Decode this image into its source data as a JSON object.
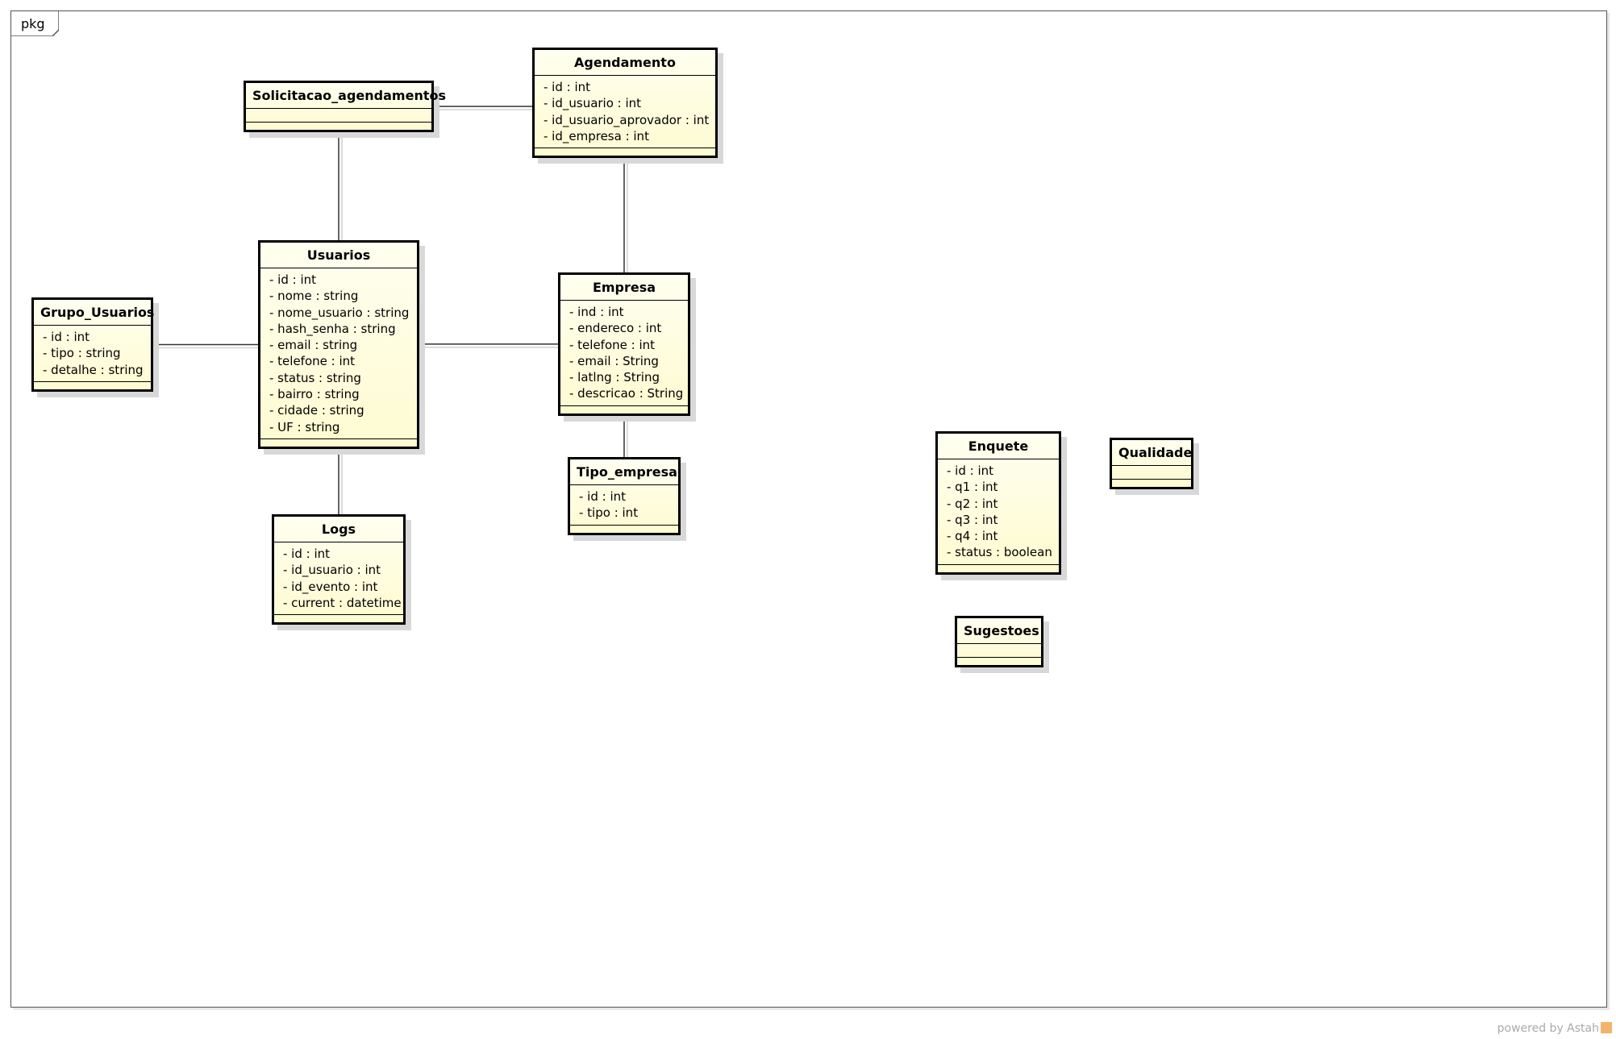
{
  "package": {
    "label": "pkg"
  },
  "watermark": "powered by Astah",
  "classes": {
    "solicitacao": {
      "name": "Solicitacao_agendamentos",
      "attributes": []
    },
    "agendamento": {
      "name": "Agendamento",
      "attributes": [
        "- id : int",
        "- id_usuario : int",
        "- id_usuario_aprovador : int",
        "- id_empresa : int"
      ]
    },
    "usuarios": {
      "name": "Usuarios",
      "attributes": [
        "- id : int",
        "- nome : string",
        "- nome_usuario : string",
        "- hash_senha : string",
        "- email : string",
        "- telefone : int",
        "- status : string",
        "- bairro : string",
        "- cidade : string",
        "- UF : string"
      ]
    },
    "grupo": {
      "name": "Grupo_Usuarios",
      "attributes": [
        "- id : int",
        "- tipo : string",
        "- detalhe : string"
      ]
    },
    "empresa": {
      "name": "Empresa",
      "attributes": [
        "- ind : int",
        "- endereco : int",
        "- telefone : int",
        "- email : String",
        "- latlng : String",
        "- descricao : String"
      ]
    },
    "tipo_empresa": {
      "name": "Tipo_empresa",
      "attributes": [
        "- id : int",
        "- tipo : int"
      ]
    },
    "logs": {
      "name": "Logs",
      "attributes": [
        "- id : int",
        "- id_usuario : int",
        "- id_evento : int",
        "- current : datetime"
      ]
    },
    "enquete": {
      "name": "Enquete",
      "attributes": [
        "- id : int",
        "- q1 : int",
        "- q2 : int",
        "- q3 : int",
        "- q4 : int",
        "- status : boolean"
      ]
    },
    "qualidade": {
      "name": "Qualidade",
      "attributes": []
    },
    "sugestoes": {
      "name": "Sugestoes",
      "attributes": []
    }
  },
  "associations": [
    {
      "from": "solicitacao",
      "to": "agendamento"
    },
    {
      "from": "solicitacao",
      "to": "usuarios"
    },
    {
      "from": "agendamento",
      "to": "empresa"
    },
    {
      "from": "grupo",
      "to": "usuarios"
    },
    {
      "from": "usuarios",
      "to": "empresa"
    },
    {
      "from": "usuarios",
      "to": "logs"
    },
    {
      "from": "empresa",
      "to": "tipo_empresa"
    }
  ]
}
